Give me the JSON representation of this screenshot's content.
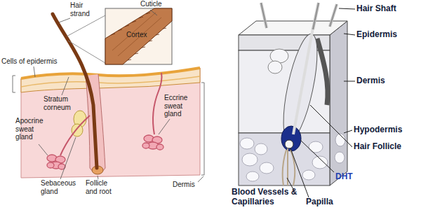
{
  "diagram": {
    "labels": [
      "Hair strand",
      "Cuticle",
      "Cortex",
      "Cells of epidermis",
      "Stratum corneum",
      "Apocrine sweat gland",
      "Eccrine sweat gland",
      "Sebaceous gland",
      "Follicle and root",
      "Dermis",
      "Hair Shaft",
      "Epidermis",
      "Dermis",
      "Hypodermis",
      "Hair Follicle",
      "DHT",
      "Blood Vessels & Capillaries",
      "Papilla"
    ]
  }
}
